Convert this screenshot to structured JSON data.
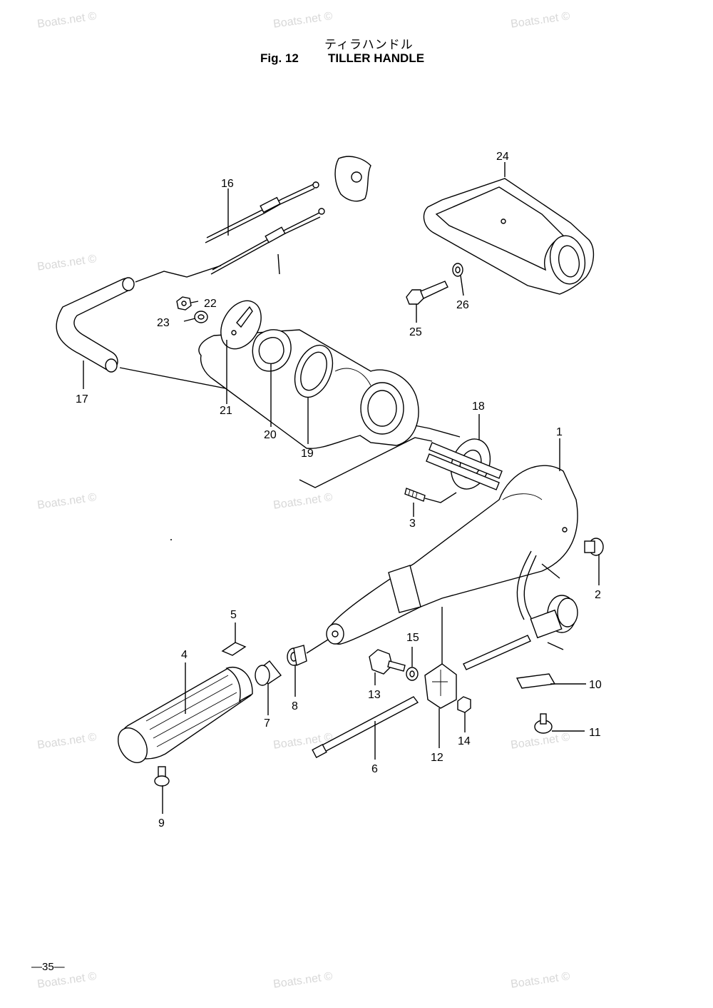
{
  "header": {
    "title_jp": "ティラハンドル",
    "fig_number": "Fig. 12",
    "title_en": "TILLER HANDLE"
  },
  "watermark_text": "Boats.net ©",
  "page_number": "—35—",
  "callouts": [
    "1",
    "2",
    "3",
    "4",
    "5",
    "6",
    "7",
    "8",
    "9",
    "10",
    "11",
    "12",
    "13",
    "14",
    "15",
    "16",
    "17",
    "18",
    "19",
    "20",
    "21",
    "22",
    "23",
    "24",
    "25",
    "26"
  ]
}
